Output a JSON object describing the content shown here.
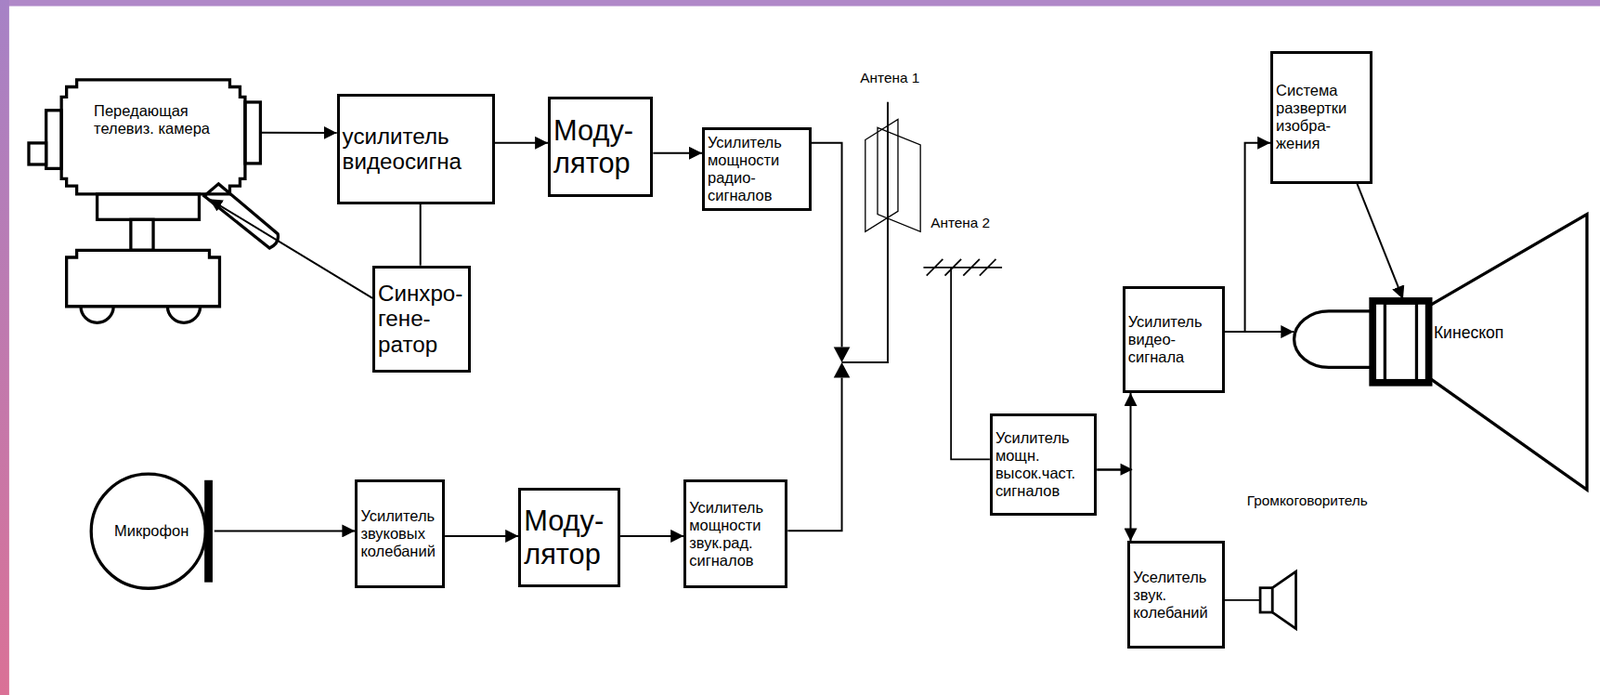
{
  "diagram": {
    "nodes": [
      {
        "text": [
          "Передающая телевиз. камера"
        ]
      },
      {
        "text": [
          "усилитель видеосигна"
        ]
      },
      {
        "text": [
          "Моду-лятор"
        ]
      },
      {
        "text": [
          "Усилитель мощности радио-сигналов"
        ]
      },
      {
        "text": [
          "Синхро-гене-ратор"
        ]
      },
      {
        "text": [
          "Микрофон"
        ]
      },
      {
        "text": [
          "Усилитель звуковых колебаний"
        ]
      },
      {
        "text": [
          "Моду-лятор"
        ]
      },
      {
        "text": [
          "Усилитель мощности звук.рад. сигналов"
        ]
      },
      {
        "text": [
          "Усилитель мощн. высок.част. сигналов"
        ]
      },
      {
        "text": [
          "Усилитель видео-сигнала"
        ]
      },
      {
        "text": [
          "Система развертки изобра-жения"
        ]
      },
      {
        "text": [
          "Кинескоп"
        ]
      },
      {
        "text": [
          "Уселитель звук. колебаний"
        ]
      }
    ],
    "edges": [
      {
        "from": 0,
        "to": 1,
        "arrow": "to"
      },
      {
        "from": 1,
        "to": 2,
        "arrow": "to"
      },
      {
        "from": 2,
        "to": 3,
        "arrow": "to"
      },
      {
        "from": 1,
        "to": 4,
        "arrow": "none"
      },
      {
        "from": 4,
        "to": 0,
        "arrow": "to"
      },
      {
        "from": 5,
        "to": 6,
        "arrow": "to"
      },
      {
        "from": 6,
        "to": 7,
        "arrow": "to"
      },
      {
        "from": 7,
        "to": 8,
        "arrow": "to"
      },
      {
        "from": 9,
        "to": 10,
        "arrow": "to"
      },
      {
        "from": 9,
        "to": 13,
        "arrow": "to"
      },
      {
        "from": 10,
        "to": 12,
        "arrow": "to"
      },
      {
        "from": 10,
        "to": 11,
        "arrow": "to"
      },
      {
        "from": 11,
        "to": 12,
        "arrow": "to"
      }
    ],
    "labels": [
      "Антена 1",
      "Антена 2",
      "Громкоговоритель"
    ]
  }
}
